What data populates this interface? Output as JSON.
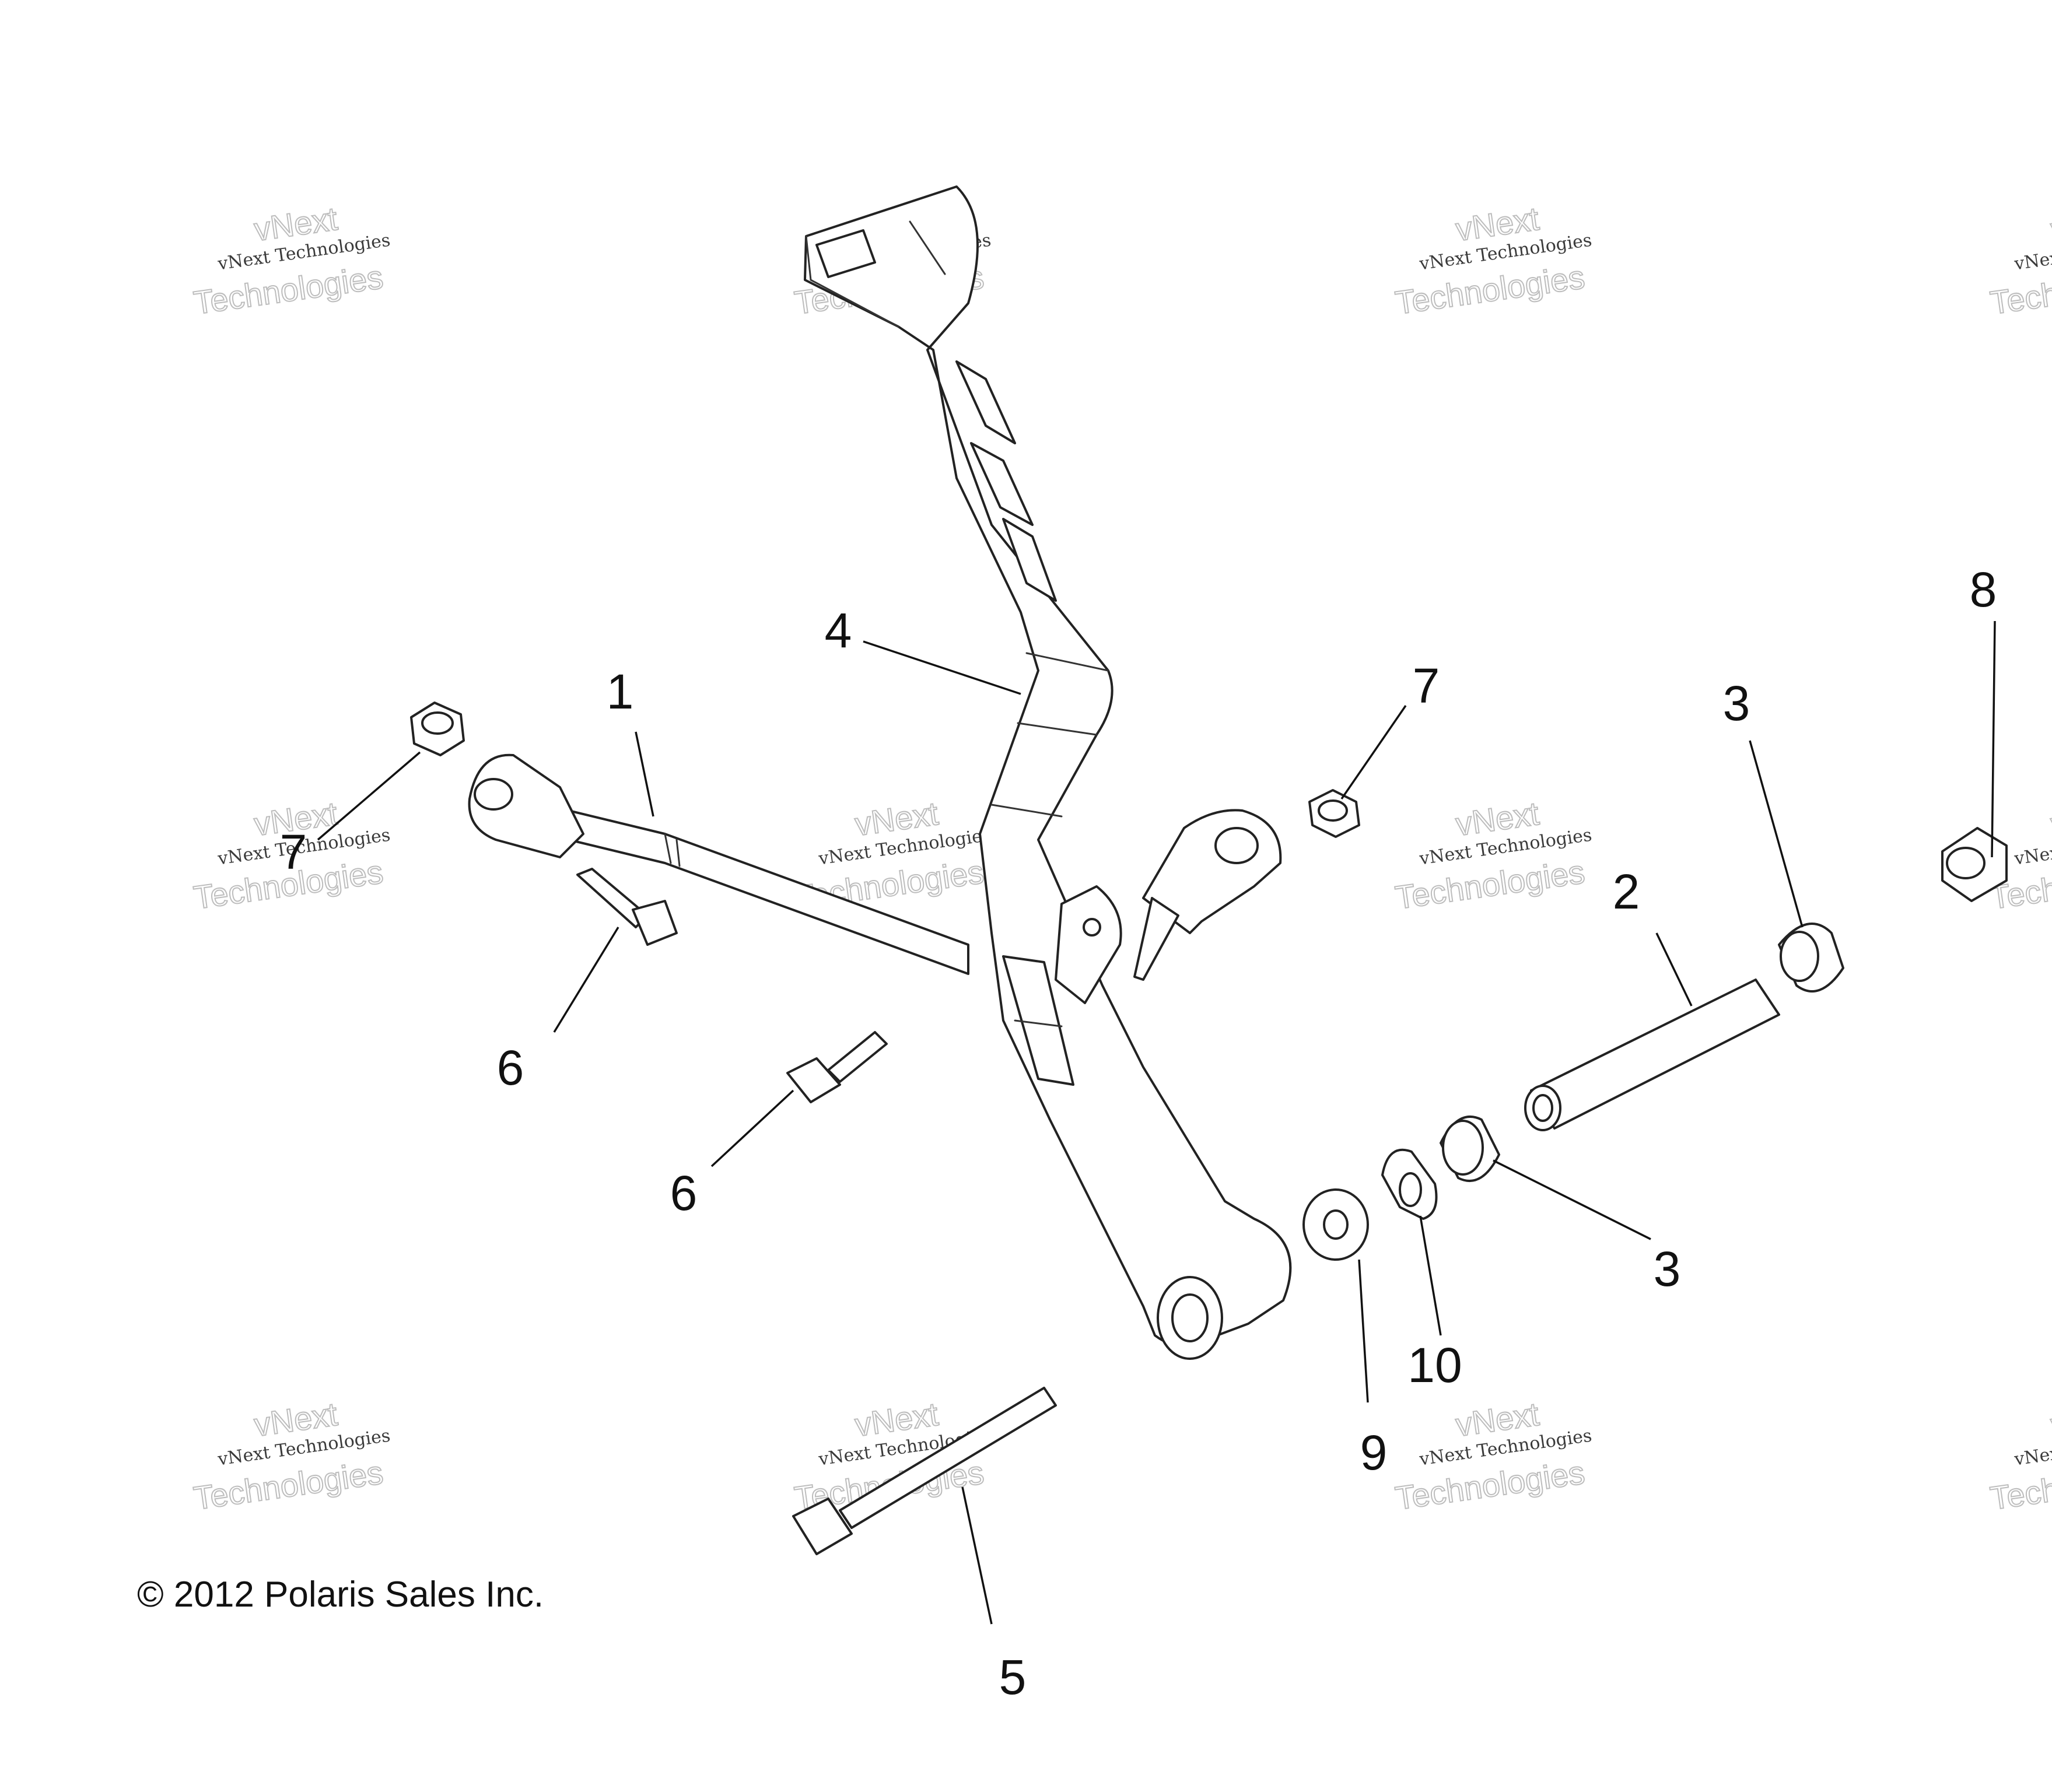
{
  "callouts": [
    "1",
    "2",
    "3",
    "3",
    "4",
    "5",
    "6",
    "6",
    "7",
    "7",
    "8",
    "9",
    "10"
  ],
  "copyright": "© 2012 Polaris Sales Inc.",
  "watermark": {
    "small": "vNext Technologies",
    "large_top": "vNext",
    "large_bottom": "Technologies"
  }
}
